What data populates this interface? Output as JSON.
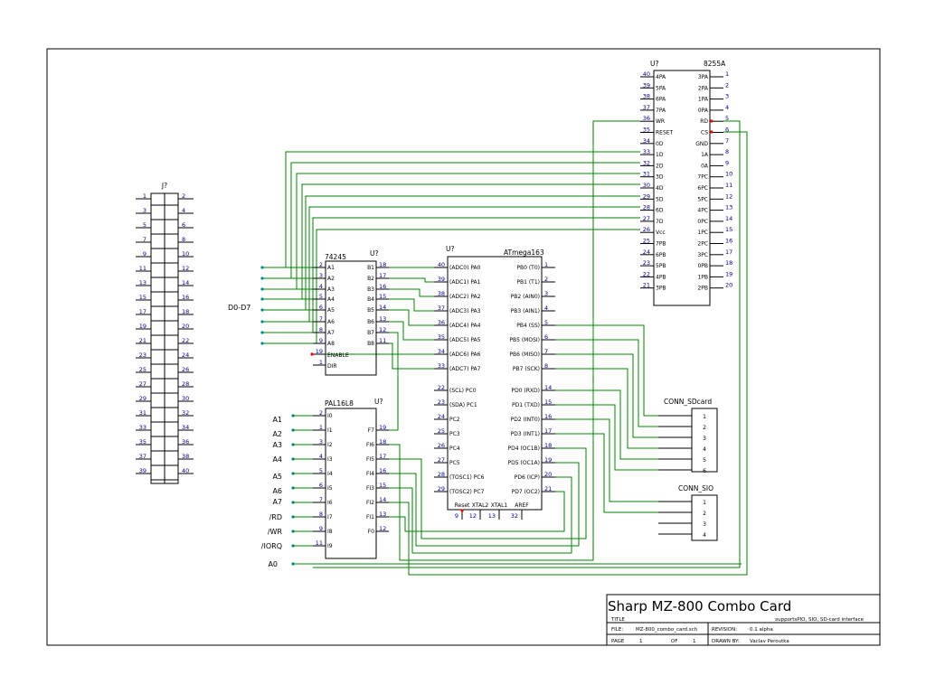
{
  "connector_j": {
    "ref": "J?",
    "pins_left": [
      "1",
      "3",
      "5",
      "7",
      "9",
      "11",
      "13",
      "15",
      "17",
      "19",
      "21",
      "23",
      "25",
      "27",
      "29",
      "31",
      "33",
      "35",
      "37",
      "39"
    ],
    "pins_right": [
      "2",
      "4",
      "6",
      "8",
      "10",
      "12",
      "14",
      "16",
      "18",
      "20",
      "22",
      "24",
      "26",
      "28",
      "30",
      "32",
      "34",
      "36",
      "38",
      "40"
    ]
  },
  "bus_label": "D0-D7",
  "u_74245": {
    "part": "74245",
    "ref": "U?",
    "a_pins": [
      [
        "2",
        "A1"
      ],
      [
        "3",
        "A2"
      ],
      [
        "4",
        "A3"
      ],
      [
        "5",
        "A4"
      ],
      [
        "6",
        "A5"
      ],
      [
        "7",
        "A6"
      ],
      [
        "8",
        "A7"
      ],
      [
        "9",
        "A8"
      ]
    ],
    "b_pins": [
      [
        "18",
        "B1"
      ],
      [
        "17",
        "B2"
      ],
      [
        "16",
        "B3"
      ],
      [
        "15",
        "B4"
      ],
      [
        "14",
        "B5"
      ],
      [
        "13",
        "B6"
      ],
      [
        "12",
        "B7"
      ],
      [
        "11",
        "B8"
      ]
    ],
    "enable": [
      "19",
      "ENABLE"
    ],
    "dir": [
      "1",
      "DIR"
    ]
  },
  "u_atmega": {
    "part": "ATmega163",
    "ref": "U?",
    "left_pins": [
      [
        "40",
        "(ADC0) PA0"
      ],
      [
        "39",
        "(ADC1) PA1"
      ],
      [
        "38",
        "(ADC2) PA2"
      ],
      [
        "37",
        "(ADC3) PA3"
      ],
      [
        "36",
        "(ADC4) PA4"
      ],
      [
        "35",
        "(ADC5) PA5"
      ],
      [
        "34",
        "(ADC6) PA6"
      ],
      [
        "33",
        "(ADC7) PA7"
      ],
      [
        "22",
        "(SCL) PC0"
      ],
      [
        "23",
        "(SDA) PC1"
      ],
      [
        "24",
        "PC2"
      ],
      [
        "25",
        "PC3"
      ],
      [
        "26",
        "PC4"
      ],
      [
        "27",
        "PC5"
      ],
      [
        "28",
        "(TOSC1) PC6"
      ],
      [
        "29",
        "(TOSC2) PC7"
      ]
    ],
    "right_pins": [
      [
        "1",
        "PB0 (T0)"
      ],
      [
        "2",
        "PB1 (T1)"
      ],
      [
        "3",
        "PB2 (AIN0)"
      ],
      [
        "4",
        "PB3 (AIN1)"
      ],
      [
        "5",
        "PB4 (SS)"
      ],
      [
        "6",
        "PB5 (MOSI)"
      ],
      [
        "7",
        "PB6 (MISO)"
      ],
      [
        "8",
        "PB7 (SCK)"
      ],
      [
        "14",
        "PD0 (RXD)"
      ],
      [
        "15",
        "PD1 (TXD)"
      ],
      [
        "16",
        "PD2 (INT0)"
      ],
      [
        "17",
        "PD3 (INT1)"
      ],
      [
        "18",
        "PD4 (OC1B)"
      ],
      [
        "19",
        "PD5 (OC1A)"
      ],
      [
        "20",
        "PD6 (ICP)"
      ],
      [
        "21",
        "PD7 (OC2)"
      ]
    ],
    "bottom_pins": [
      [
        "9",
        "Reset"
      ],
      [
        "12",
        "XTAL2"
      ],
      [
        "13",
        "XTAL1"
      ],
      [
        "32",
        "AREF"
      ]
    ]
  },
  "u_8255": {
    "part": "8255A",
    "ref": "U?",
    "left_pins": [
      [
        "40",
        "4PA"
      ],
      [
        "39",
        "5PA"
      ],
      [
        "38",
        "6PA"
      ],
      [
        "37",
        "7PA"
      ],
      [
        "36",
        "WR"
      ],
      [
        "35",
        "RESET"
      ],
      [
        "34",
        "0D"
      ],
      [
        "33",
        "1D"
      ],
      [
        "32",
        "2D"
      ],
      [
        "31",
        "3D"
      ],
      [
        "30",
        "4D"
      ],
      [
        "29",
        "5D"
      ],
      [
        "28",
        "6D"
      ],
      [
        "27",
        "7D"
      ],
      [
        "26",
        "Vcc"
      ],
      [
        "25",
        "7PB"
      ],
      [
        "24",
        "6PB"
      ],
      [
        "23",
        "5PB"
      ],
      [
        "22",
        "4PB"
      ],
      [
        "21",
        "3PB"
      ]
    ],
    "right_pins": [
      [
        "1",
        "3PA"
      ],
      [
        "2",
        "2PA"
      ],
      [
        "3",
        "1PA"
      ],
      [
        "4",
        "0PA"
      ],
      [
        "5",
        "RD"
      ],
      [
        "6",
        "CS"
      ],
      [
        "7",
        "GND"
      ],
      [
        "8",
        "1A"
      ],
      [
        "9",
        "0A"
      ],
      [
        "10",
        "7PC"
      ],
      [
        "11",
        "6PC"
      ],
      [
        "12",
        "5PC"
      ],
      [
        "13",
        "4PC"
      ],
      [
        "14",
        "0PC"
      ],
      [
        "15",
        "1PC"
      ],
      [
        "16",
        "2PC"
      ],
      [
        "17",
        "3PC"
      ],
      [
        "18",
        "0PB"
      ],
      [
        "19",
        "1PB"
      ],
      [
        "20",
        "2PB"
      ]
    ]
  },
  "u_pal": {
    "part": "PAL16L8",
    "ref": "U?",
    "left_pins": [
      [
        "2",
        "I0"
      ],
      [
        "1",
        "I1"
      ],
      [
        "3",
        "I2"
      ],
      [
        "4",
        "I3"
      ],
      [
        "5",
        "I4"
      ],
      [
        "6",
        "I5"
      ],
      [
        "7",
        "I6"
      ],
      [
        "8",
        "I7"
      ],
      [
        "9",
        "I8"
      ],
      [
        "11",
        "I9"
      ]
    ],
    "right_pins": [
      [
        "19",
        "F7"
      ],
      [
        "18",
        "FI6"
      ],
      [
        "17",
        "FI5"
      ],
      [
        "16",
        "FI4"
      ],
      [
        "15",
        "FI3"
      ],
      [
        "14",
        "FI2"
      ],
      [
        "13",
        "FI1"
      ],
      [
        "12",
        "F0"
      ]
    ],
    "input_signals": [
      "A1",
      "A2",
      "A3",
      "A4",
      "A5",
      "A6",
      "A7",
      "/RD",
      "/WR",
      "/IORQ"
    ],
    "a0_label": "A0"
  },
  "conn_sd": {
    "title": "CONN_SDcard",
    "pins": [
      "1",
      "2",
      "3",
      "4",
      "5",
      "6"
    ]
  },
  "conn_sio": {
    "title": "CONN_SIO",
    "pins": [
      "1",
      "2",
      "3",
      "4"
    ]
  },
  "title_block": {
    "title": "Sharp MZ-800 Combo Card",
    "title_label": "TITLE",
    "subtitle": "supportsPIO, SIO, SD-card interface",
    "file_label": "FILE:",
    "file": "MZ-800_combo_card.sch",
    "revision_label": "REVISION:",
    "revision": "0.1 alpha",
    "page_label": "PAGE",
    "page": "1",
    "of_label": "OF",
    "of": "1",
    "drawn_label": "DRAWN BY:",
    "drawn": "Vaclav Peroutka"
  },
  "colors": {
    "wire": "#008000",
    "outline": "#000000",
    "pin_number": "#00008b",
    "terminal": "#008b8b",
    "marker": "#ff0000"
  }
}
